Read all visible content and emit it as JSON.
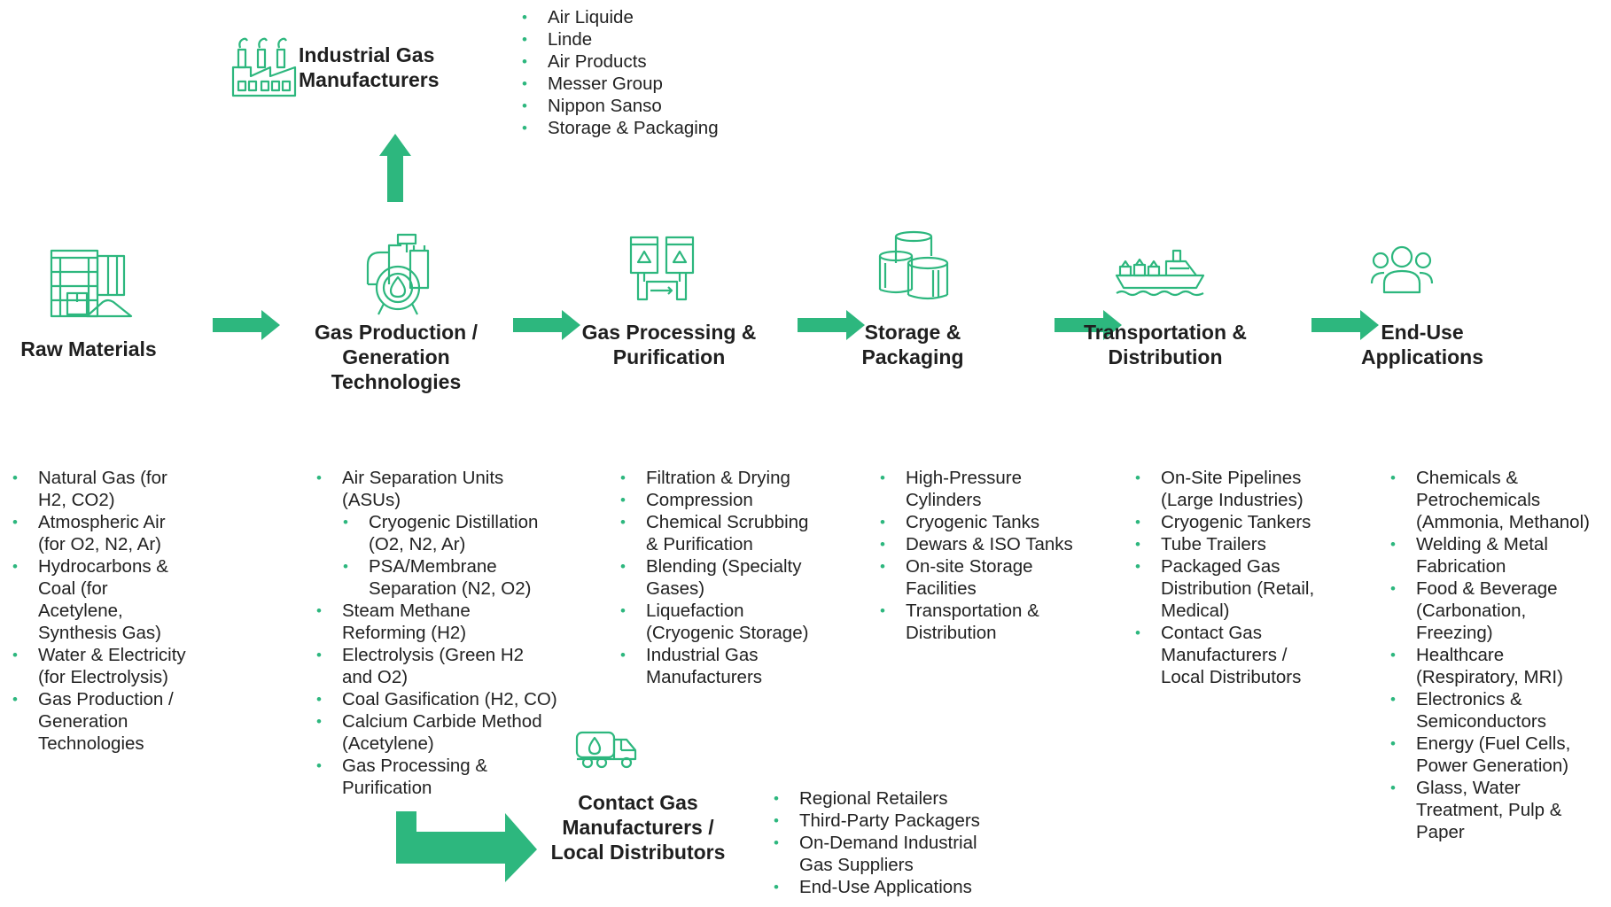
{
  "colors": {
    "accent": "#2db77e",
    "text": "#222222"
  },
  "stages": [
    {
      "id": "raw-materials",
      "icon": "warehouse-icon",
      "title": [
        "Raw Materials"
      ],
      "items": [
        {
          "lines": [
            "Natural Gas (for",
            "H2, CO2)"
          ]
        },
        {
          "lines": [
            "Atmospheric Air",
            "(for O2, N2, Ar)"
          ]
        },
        {
          "lines": [
            "Hydrocarbons &",
            "Coal (for",
            "Acetylene,",
            "Synthesis Gas)"
          ]
        },
        {
          "lines": [
            "Water & Electricity",
            "(for Electrolysis)"
          ]
        },
        {
          "lines": [
            "Gas Production /",
            "Generation",
            "Technologies"
          ]
        }
      ]
    },
    {
      "id": "gas-production",
      "icon": "gas-plant-icon",
      "title": [
        "Gas Production /",
        "Generation",
        "Technologies"
      ],
      "items": [
        {
          "lines": [
            "Air Separation Units",
            "(ASUs)"
          ]
        },
        {
          "lines": [
            "Cryogenic Distillation",
            "(O2, N2, Ar)"
          ],
          "sub": true
        },
        {
          "lines": [
            "PSA/Membrane",
            "Separation (N2, O2)"
          ],
          "sub": true
        },
        {
          "lines": [
            "Steam Methane",
            "Reforming (H2)"
          ]
        },
        {
          "lines": [
            "Electrolysis (Green H2",
            "and O2)"
          ]
        },
        {
          "lines": [
            "Coal Gasification (H2, CO)"
          ]
        },
        {
          "lines": [
            "Calcium Carbide Method",
            "(Acetylene)"
          ]
        },
        {
          "lines": [
            "Gas Processing &",
            "Purification"
          ]
        }
      ]
    },
    {
      "id": "gas-processing",
      "icon": "processing-icon",
      "title": [
        "Gas Processing &",
        "Purification"
      ],
      "items": [
        {
          "lines": [
            "Filtration & Drying"
          ]
        },
        {
          "lines": [
            "Compression"
          ]
        },
        {
          "lines": [
            "Chemical Scrubbing",
            "& Purification"
          ]
        },
        {
          "lines": [
            "Blending (Specialty",
            "Gases)"
          ]
        },
        {
          "lines": [
            "Liquefaction",
            "(Cryogenic Storage)"
          ]
        },
        {
          "lines": [
            "Industrial Gas",
            "Manufacturers"
          ]
        }
      ]
    },
    {
      "id": "storage-packaging",
      "icon": "storage-tanks-icon",
      "title": [
        "Storage &",
        "Packaging"
      ],
      "items": [
        {
          "lines": [
            "High-Pressure",
            "Cylinders"
          ]
        },
        {
          "lines": [
            "Cryogenic Tanks"
          ]
        },
        {
          "lines": [
            "Dewars & ISO Tanks"
          ]
        },
        {
          "lines": [
            "On-site Storage",
            "Facilities"
          ]
        },
        {
          "lines": [
            "Transportation &",
            "Distribution"
          ]
        }
      ]
    },
    {
      "id": "transportation-distribution",
      "icon": "cargo-ship-icon",
      "title": [
        "Transportation &",
        "Distribution"
      ],
      "items": [
        {
          "lines": [
            "On-Site Pipelines",
            "(Large Industries)"
          ]
        },
        {
          "lines": [
            "Cryogenic Tankers"
          ]
        },
        {
          "lines": [
            "Tube Trailers"
          ]
        },
        {
          "lines": [
            "Packaged Gas",
            "Distribution (Retail,",
            "Medical)"
          ]
        },
        {
          "lines": [
            "Contact Gas",
            "Manufacturers /",
            "Local Distributors"
          ]
        }
      ]
    },
    {
      "id": "end-use",
      "icon": "users-group-icon",
      "title": [
        "End-Use",
        "Applications"
      ],
      "items": [
        {
          "lines": [
            "Chemicals &",
            "Petrochemicals",
            "(Ammonia, Methanol)"
          ]
        },
        {
          "lines": [
            "Welding & Metal",
            "Fabrication"
          ]
        },
        {
          "lines": [
            "Food & Beverage",
            "(Carbonation,",
            "Freezing)"
          ]
        },
        {
          "lines": [
            "Healthcare",
            "(Respiratory, MRI)"
          ]
        },
        {
          "lines": [
            "Electronics &",
            "Semiconductors"
          ]
        },
        {
          "lines": [
            "Energy (Fuel Cells,",
            "Power Generation)"
          ]
        },
        {
          "lines": [
            "Glass, Water",
            "Treatment, Pulp &",
            "Paper"
          ]
        }
      ]
    }
  ],
  "industrial": {
    "icon": "factory-icon",
    "title": [
      "Industrial Gas",
      "Manufacturers"
    ],
    "items": [
      {
        "lines": [
          "Air Liquide"
        ]
      },
      {
        "lines": [
          "Linde"
        ]
      },
      {
        "lines": [
          "Air Products"
        ]
      },
      {
        "lines": [
          "Messer Group"
        ]
      },
      {
        "lines": [
          "Nippon Sanso"
        ]
      },
      {
        "lines": [
          "Storage & Packaging"
        ]
      }
    ]
  },
  "contact": {
    "icon": "tanker-truck-icon",
    "title": [
      "Contact Gas",
      "Manufacturers /",
      "Local Distributors"
    ],
    "items": [
      {
        "lines": [
          "Regional Retailers"
        ]
      },
      {
        "lines": [
          "Third-Party Packagers"
        ]
      },
      {
        "lines": [
          "On-Demand Industrial",
          "Gas Suppliers"
        ]
      },
      {
        "lines": [
          "End-Use Applications"
        ]
      }
    ]
  }
}
